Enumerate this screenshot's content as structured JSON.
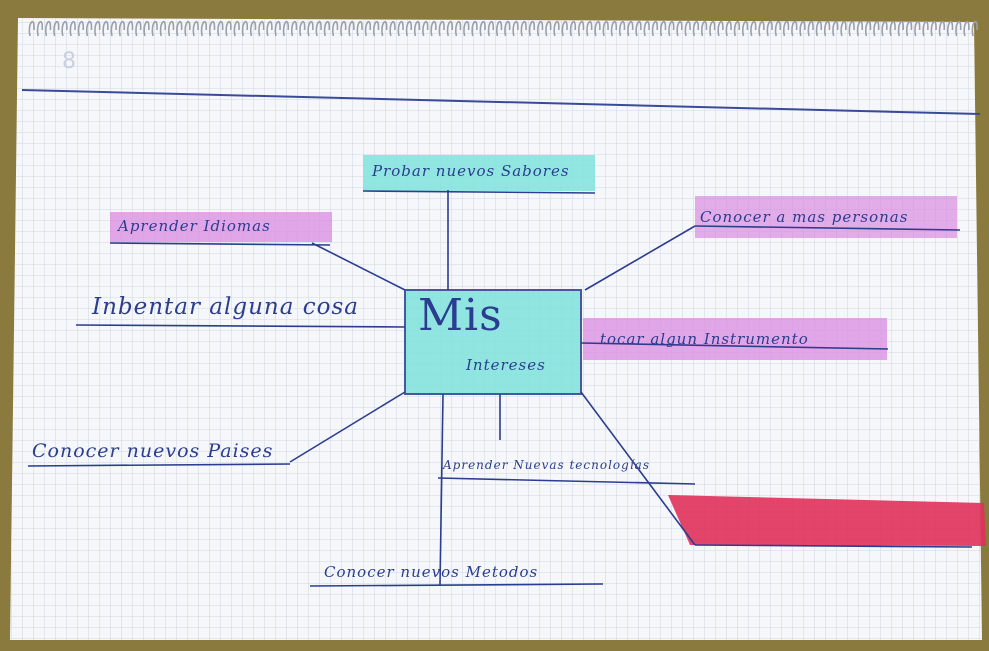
{
  "colors": {
    "ink": "#2b3d8f",
    "cyan_highlight": "#7fe3dc",
    "magenta_highlight": "#d98be0",
    "red_highlight": "#e0305a",
    "paper": "#f7f7f9",
    "grid": "#b9c6d6"
  },
  "mindmap": {
    "center": {
      "line1": "Mis",
      "line2": "Intereses"
    },
    "branches": {
      "probar": "Probar nuevos Sabores",
      "idiomas": "Aprender Idiomas",
      "inventar": "Inbentar alguna cosa",
      "paises": "Conocer nuevos Paises",
      "metodos": "Conocer nuevos Metodos",
      "tecnologias": "Aprender Nuevas tecnologías",
      "personas": "Conocer a mas personas",
      "instrumento": "tocar algun Instrumento"
    }
  }
}
